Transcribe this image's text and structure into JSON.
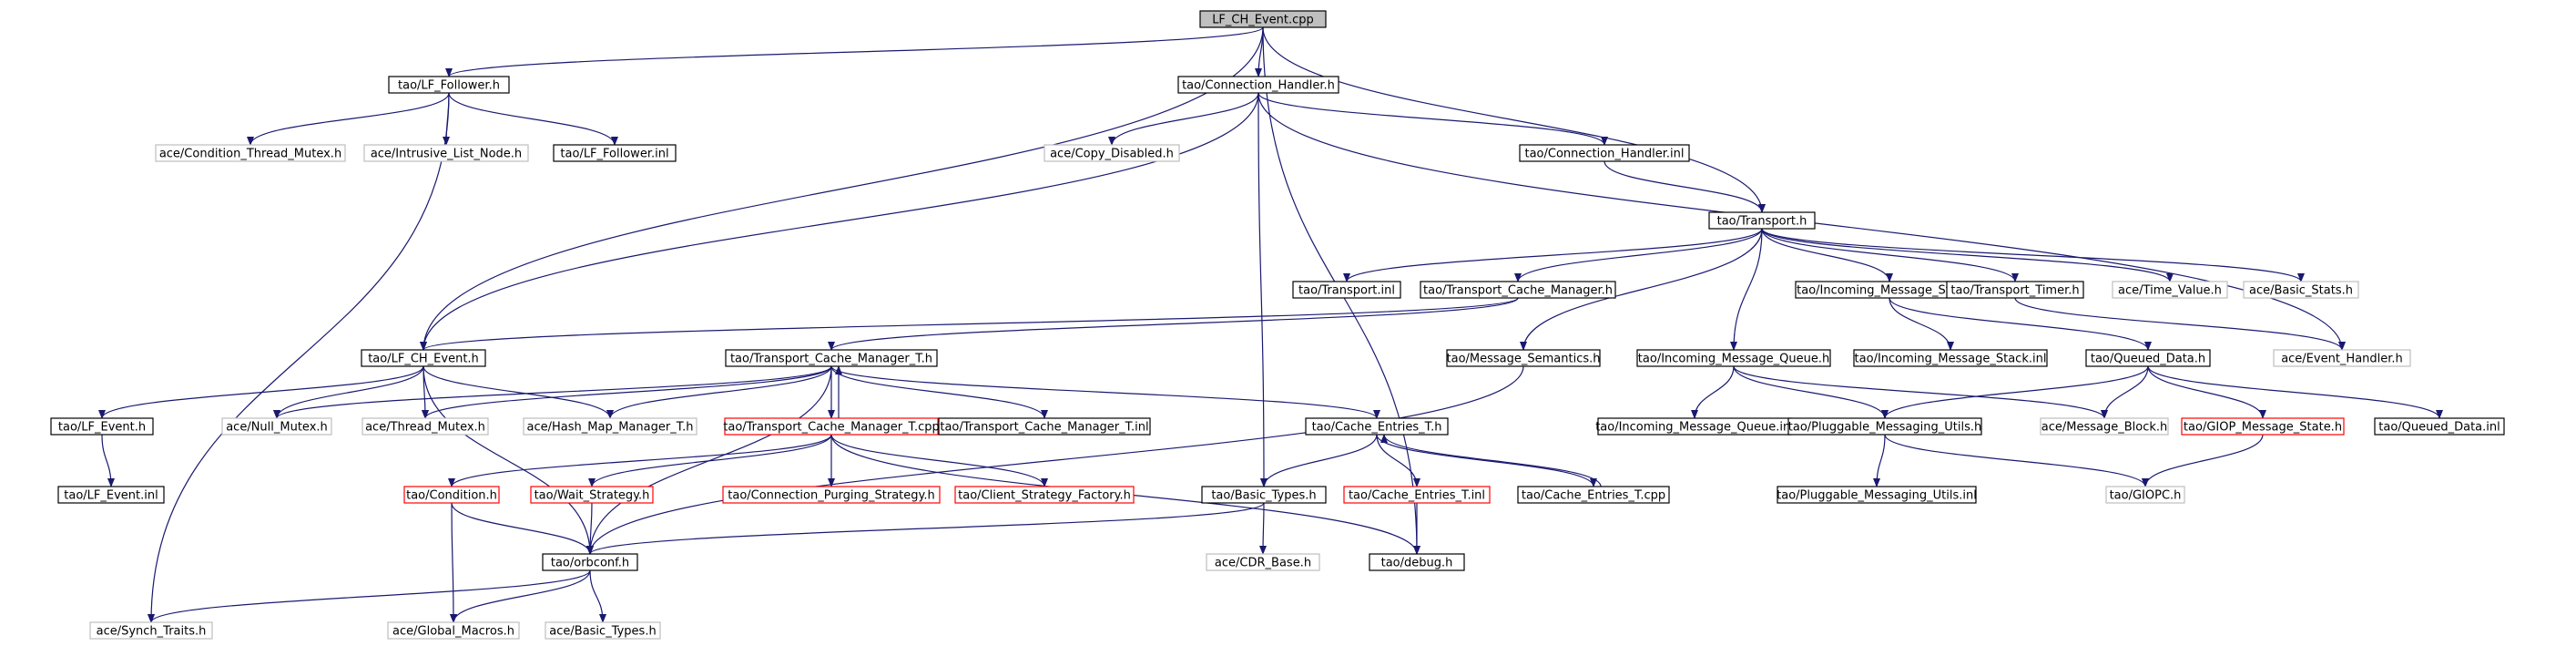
{
  "diagram": {
    "colors": {
      "root_fill": "#bfbfbf",
      "documented": "#000000",
      "undocumented": "#bfbfbf",
      "incomplete": "#ff0000",
      "edge": "#191970"
    },
    "nodes": [
      {
        "id": "root",
        "label": "LF_CH_Event.cpp",
        "style": "root"
      },
      {
        "id": "lf_follower_h",
        "label": "tao/LF_Follower.h",
        "style": "documented"
      },
      {
        "id": "conn_handler_h",
        "label": "tao/Connection_Handler.h",
        "style": "documented"
      },
      {
        "id": "cond_thread_mutex",
        "label": "ace/Condition_Thread_Mutex.h",
        "style": "undocumented"
      },
      {
        "id": "intrusive_list_node",
        "label": "ace/Intrusive_List_Node.h",
        "style": "undocumented"
      },
      {
        "id": "lf_follower_inl",
        "label": "tao/LF_Follower.inl",
        "style": "documented"
      },
      {
        "id": "copy_disabled",
        "label": "ace/Copy_Disabled.h",
        "style": "undocumented"
      },
      {
        "id": "conn_handler_inl",
        "label": "tao/Connection_Handler.inl",
        "style": "documented"
      },
      {
        "id": "transport_h",
        "label": "tao/Transport.h",
        "style": "documented"
      },
      {
        "id": "transport_inl",
        "label": "tao/Transport.inl",
        "style": "documented"
      },
      {
        "id": "tcm_h",
        "label": "tao/Transport_Cache_Manager.h",
        "style": "documented"
      },
      {
        "id": "ims_h",
        "label": "tao/Incoming_Message_Stack.h",
        "style": "documented"
      },
      {
        "id": "transport_timer",
        "label": "tao/Transport_Timer.h",
        "style": "documented"
      },
      {
        "id": "time_value",
        "label": "ace/Time_Value.h",
        "style": "undocumented"
      },
      {
        "id": "basic_stats",
        "label": "ace/Basic_Stats.h",
        "style": "undocumented"
      },
      {
        "id": "lf_ch_event_h",
        "label": "tao/LF_CH_Event.h",
        "style": "documented"
      },
      {
        "id": "tcm_t_h",
        "label": "tao/Transport_Cache_Manager_T.h",
        "style": "documented"
      },
      {
        "id": "msg_semantics",
        "label": "tao/Message_Semantics.h",
        "style": "documented"
      },
      {
        "id": "imq_h",
        "label": "tao/Incoming_Message_Queue.h",
        "style": "documented"
      },
      {
        "id": "ims_inl",
        "label": "tao/Incoming_Message_Stack.inl",
        "style": "documented"
      },
      {
        "id": "queued_data_h",
        "label": "tao/Queued_Data.h",
        "style": "documented"
      },
      {
        "id": "event_handler",
        "label": "ace/Event_Handler.h",
        "style": "undocumented"
      },
      {
        "id": "lf_event_h",
        "label": "tao/LF_Event.h",
        "style": "documented"
      },
      {
        "id": "null_mutex",
        "label": "ace/Null_Mutex.h",
        "style": "undocumented"
      },
      {
        "id": "thread_mutex",
        "label": "ace/Thread_Mutex.h",
        "style": "undocumented"
      },
      {
        "id": "hash_map_manager",
        "label": "ace/Hash_Map_Manager_T.h",
        "style": "undocumented"
      },
      {
        "id": "tcm_t_cpp",
        "label": "tao/Transport_Cache_Manager_T.cpp",
        "style": "incomplete"
      },
      {
        "id": "tcm_t_inl",
        "label": "tao/Transport_Cache_Manager_T.inl",
        "style": "documented"
      },
      {
        "id": "cache_entries_t_h",
        "label": "tao/Cache_Entries_T.h",
        "style": "documented"
      },
      {
        "id": "imq_inl",
        "label": "tao/Incoming_Message_Queue.inl",
        "style": "documented"
      },
      {
        "id": "pmu_h",
        "label": "tao/Pluggable_Messaging_Utils.h",
        "style": "documented"
      },
      {
        "id": "message_block",
        "label": "ace/Message_Block.h",
        "style": "undocumented"
      },
      {
        "id": "giop_msg_state",
        "label": "tao/GIOP_Message_State.h",
        "style": "incomplete"
      },
      {
        "id": "queued_data_inl",
        "label": "tao/Queued_Data.inl",
        "style": "documented"
      },
      {
        "id": "lf_event_inl",
        "label": "tao/LF_Event.inl",
        "style": "documented"
      },
      {
        "id": "condition_h",
        "label": "tao/Condition.h",
        "style": "incomplete"
      },
      {
        "id": "wait_strategy",
        "label": "tao/Wait_Strategy.h",
        "style": "incomplete"
      },
      {
        "id": "conn_purging",
        "label": "tao/Connection_Purging_Strategy.h",
        "style": "incomplete"
      },
      {
        "id": "client_strategy",
        "label": "tao/Client_Strategy_Factory.h",
        "style": "incomplete"
      },
      {
        "id": "basic_types_tao",
        "label": "tao/Basic_Types.h",
        "style": "documented"
      },
      {
        "id": "cache_entries_t_inl",
        "label": "tao/Cache_Entries_T.inl",
        "style": "incomplete"
      },
      {
        "id": "cache_entries_t_cpp",
        "label": "tao/Cache_Entries_T.cpp",
        "style": "documented"
      },
      {
        "id": "pmu_inl",
        "label": "tao/Pluggable_Messaging_Utils.inl",
        "style": "documented"
      },
      {
        "id": "giopc",
        "label": "tao/GIOPC.h",
        "style": "undocumented"
      },
      {
        "id": "orbconf",
        "label": "tao/orbconf.h",
        "style": "documented"
      },
      {
        "id": "cdr_base",
        "label": "ace/CDR_Base.h",
        "style": "undocumented"
      },
      {
        "id": "debug_h",
        "label": "tao/debug.h",
        "style": "documented"
      },
      {
        "id": "synch_traits",
        "label": "ace/Synch_Traits.h",
        "style": "undocumented"
      },
      {
        "id": "global_macros",
        "label": "ace/Global_Macros.h",
        "style": "undocumented"
      },
      {
        "id": "basic_types_ace",
        "label": "ace/Basic_Types.h",
        "style": "undocumented"
      }
    ],
    "edges": [
      [
        "root",
        "lf_follower_h"
      ],
      [
        "root",
        "conn_handler_h"
      ],
      [
        "root",
        "transport_h"
      ],
      [
        "root",
        "lf_ch_event_h"
      ],
      [
        "root",
        "debug_h"
      ],
      [
        "lf_follower_h",
        "cond_thread_mutex"
      ],
      [
        "lf_follower_h",
        "intrusive_list_node"
      ],
      [
        "lf_follower_h",
        "lf_follower_inl"
      ],
      [
        "lf_follower_h",
        "synch_traits"
      ],
      [
        "conn_handler_h",
        "copy_disabled"
      ],
      [
        "conn_handler_h",
        "conn_handler_inl"
      ],
      [
        "conn_handler_h",
        "event_handler"
      ],
      [
        "conn_handler_h",
        "lf_ch_event_h"
      ],
      [
        "conn_handler_h",
        "basic_types_tao"
      ],
      [
        "conn_handler_inl",
        "transport_h"
      ],
      [
        "transport_h",
        "transport_inl"
      ],
      [
        "transport_h",
        "tcm_h"
      ],
      [
        "transport_h",
        "ims_h"
      ],
      [
        "transport_h",
        "transport_timer"
      ],
      [
        "transport_h",
        "time_value"
      ],
      [
        "transport_h",
        "basic_stats"
      ],
      [
        "transport_h",
        "msg_semantics"
      ],
      [
        "transport_h",
        "imq_h"
      ],
      [
        "tcm_h",
        "tcm_t_h"
      ],
      [
        "tcm_h",
        "lf_ch_event_h"
      ],
      [
        "ims_h",
        "ims_inl"
      ],
      [
        "ims_h",
        "queued_data_h"
      ],
      [
        "transport_timer",
        "event_handler"
      ],
      [
        "lf_ch_event_h",
        "lf_event_h"
      ],
      [
        "lf_ch_event_h",
        "null_mutex"
      ],
      [
        "lf_ch_event_h",
        "thread_mutex"
      ],
      [
        "lf_ch_event_h",
        "hash_map_manager"
      ],
      [
        "lf_ch_event_h",
        "orbconf"
      ],
      [
        "tcm_t_h",
        "null_mutex"
      ],
      [
        "tcm_t_h",
        "thread_mutex"
      ],
      [
        "tcm_t_h",
        "hash_map_manager"
      ],
      [
        "tcm_t_h",
        "tcm_t_cpp"
      ],
      [
        "tcm_t_h",
        "tcm_t_inl"
      ],
      [
        "tcm_t_h",
        "cache_entries_t_h"
      ],
      [
        "tcm_t_h",
        "orbconf"
      ],
      [
        "tcm_t_cpp",
        "tcm_t_h"
      ],
      [
        "tcm_t_cpp",
        "condition_h"
      ],
      [
        "tcm_t_cpp",
        "wait_strategy"
      ],
      [
        "tcm_t_cpp",
        "conn_purging"
      ],
      [
        "tcm_t_cpp",
        "client_strategy"
      ],
      [
        "tcm_t_cpp",
        "debug_h"
      ],
      [
        "msg_semantics",
        "orbconf"
      ],
      [
        "imq_h",
        "imq_inl"
      ],
      [
        "imq_h",
        "pmu_h"
      ],
      [
        "imq_h",
        "message_block"
      ],
      [
        "queued_data_h",
        "pmu_h"
      ],
      [
        "queued_data_h",
        "message_block"
      ],
      [
        "queued_data_h",
        "giop_msg_state"
      ],
      [
        "queued_data_h",
        "queued_data_inl"
      ],
      [
        "lf_event_h",
        "lf_event_inl"
      ],
      [
        "cache_entries_t_h",
        "basic_types_tao"
      ],
      [
        "cache_entries_t_h",
        "cache_entries_t_inl"
      ],
      [
        "cache_entries_t_h",
        "cache_entries_t_cpp"
      ],
      [
        "cache_entries_t_cpp",
        "cache_entries_t_h"
      ],
      [
        "cache_entries_t_inl",
        "debug_h"
      ],
      [
        "pmu_h",
        "pmu_inl"
      ],
      [
        "pmu_h",
        "giopc"
      ],
      [
        "giop_msg_state",
        "giopc"
      ],
      [
        "condition_h",
        "orbconf"
      ],
      [
        "condition_h",
        "global_macros"
      ],
      [
        "wait_strategy",
        "orbconf"
      ],
      [
        "basic_types_tao",
        "orbconf"
      ],
      [
        "basic_types_tao",
        "cdr_base"
      ],
      [
        "orbconf",
        "synch_traits"
      ],
      [
        "orbconf",
        "global_macros"
      ],
      [
        "orbconf",
        "basic_types_ace"
      ]
    ]
  }
}
